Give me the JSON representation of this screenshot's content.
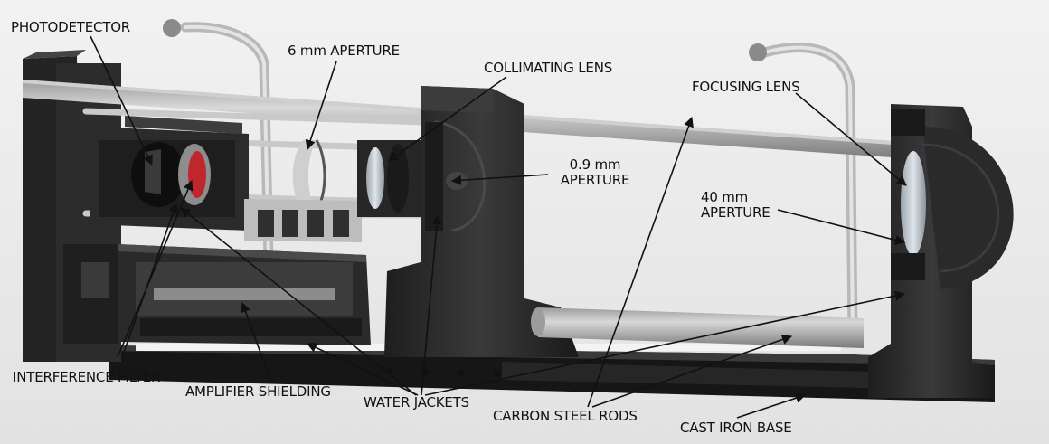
{
  "labels": {
    "photodetector": "PHOTODETECTOR",
    "aperture_6mm": "6 mm APERTURE",
    "collimating_lens": "COLLIMATING LENS",
    "focusing_lens": "FOCUSING LENS",
    "aperture_09mm_line1": "0.9 mm",
    "aperture_09mm_line2": "APERTURE",
    "aperture_40mm_line1": "40 mm",
    "aperture_40mm_line2": "APERTURE",
    "interference_filter": "INTERFERENCE FILTER",
    "amplifier_shielding": "AMPLIFIER SHIELDING",
    "water_jackets": "WATER JACKETS",
    "carbon_steel_rods": "CARBON STEEL RODS",
    "cast_iron_base": "CAST IRON BASE"
  },
  "colors": {
    "background": "#ececec",
    "dark_metal": "#2d2d2d",
    "mid_metal": "#5a5a5a",
    "light_metal": "#b9b9b9",
    "filter_red": "#c0262e",
    "arrow": "#111111"
  }
}
